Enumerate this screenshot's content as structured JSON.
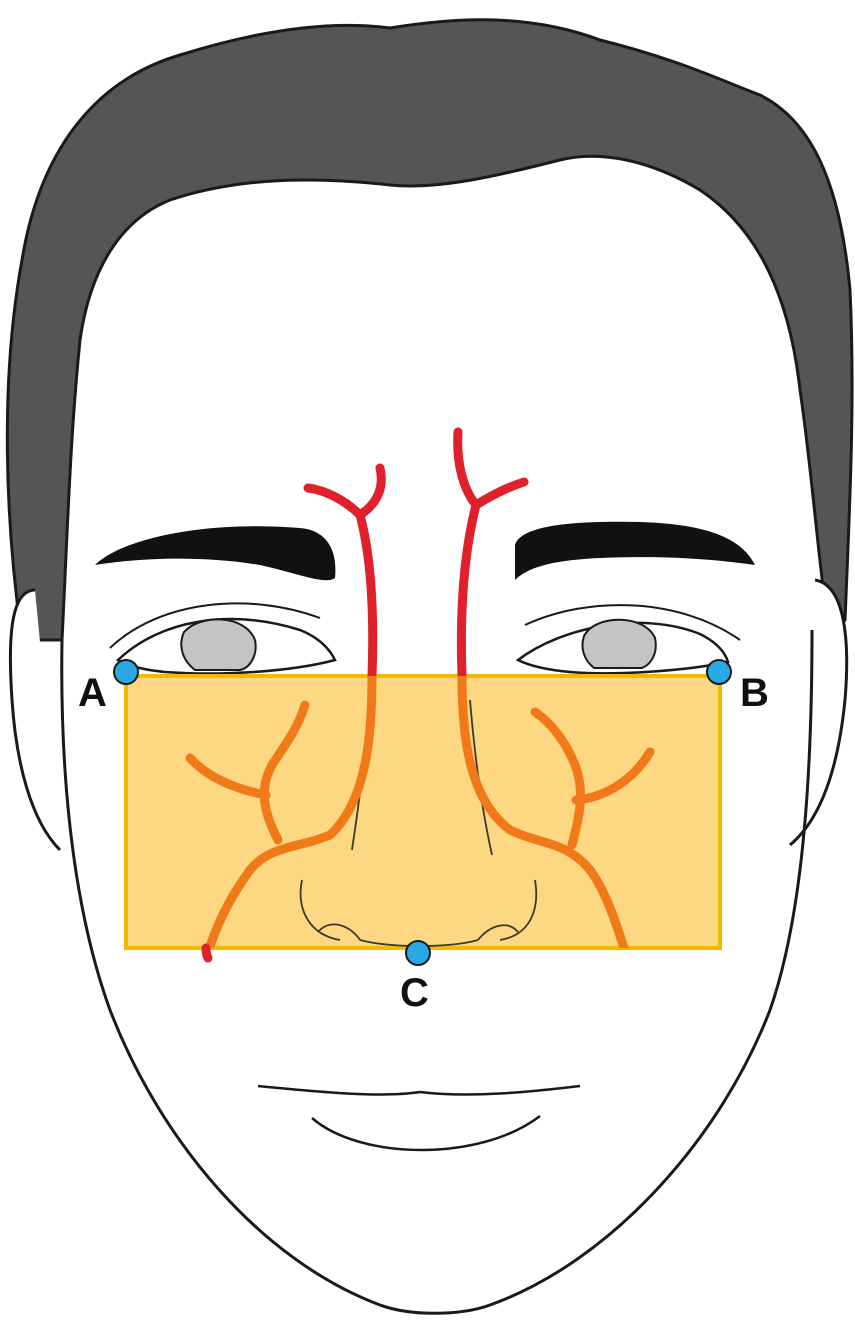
{
  "diagram": {
    "colors": {
      "hair": "#555555",
      "outline": "#1a1a1a",
      "skin": "#ffffff",
      "brow": "#111111",
      "iris": "#c4c4c4",
      "zone_fill": "#fdd57a",
      "zone_stroke": "#f5b800",
      "artery_upper": "#e0202a",
      "artery_lower": "#f07a1a",
      "landmark": "#29a8e6"
    },
    "landmarks": [
      {
        "id": "A",
        "label": "A"
      },
      {
        "id": "B",
        "label": "B"
      },
      {
        "id": "C",
        "label": "C"
      }
    ]
  }
}
